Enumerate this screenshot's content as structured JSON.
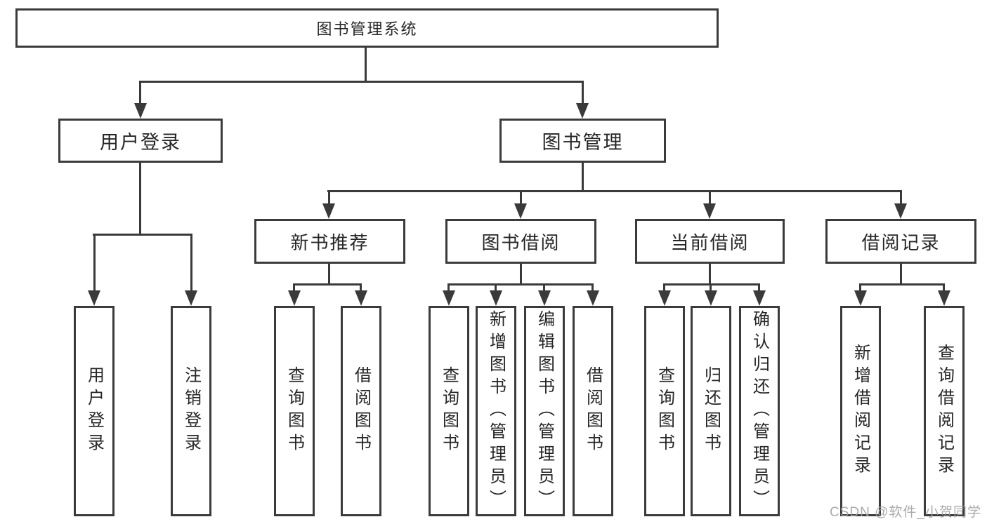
{
  "diagram_title": "图书管理系统",
  "tree": {
    "label": "图书管理系统",
    "children": [
      {
        "label": "用户登录",
        "children": [
          {
            "label": "用户登录"
          },
          {
            "label": "注销登录"
          }
        ]
      },
      {
        "label": "图书管理",
        "children": [
          {
            "label": "新书推荐",
            "children": [
              {
                "label": "查询图书"
              },
              {
                "label": "借阅图书"
              }
            ]
          },
          {
            "label": "图书借阅",
            "children": [
              {
                "label": "查询图书"
              },
              {
                "label": "新增图书（管理员）"
              },
              {
                "label": "编辑图书（管理员）"
              },
              {
                "label": "借阅图书"
              }
            ]
          },
          {
            "label": "当前借阅",
            "children": [
              {
                "label": "查询图书"
              },
              {
                "label": "归还图书"
              },
              {
                "label": "确认归还（管理员）"
              }
            ]
          },
          {
            "label": "借阅记录",
            "children": [
              {
                "label": "新增借阅记录"
              },
              {
                "label": "查询借阅记录"
              }
            ]
          }
        ]
      }
    ]
  },
  "watermark": {
    "text": "CSDN @软件_小贺同学"
  },
  "colors": {
    "line": "#3a3a3a",
    "border": "#3b3b3b",
    "text": "#262626",
    "watermark": "#a3a3a3",
    "background": "#ffffff"
  }
}
